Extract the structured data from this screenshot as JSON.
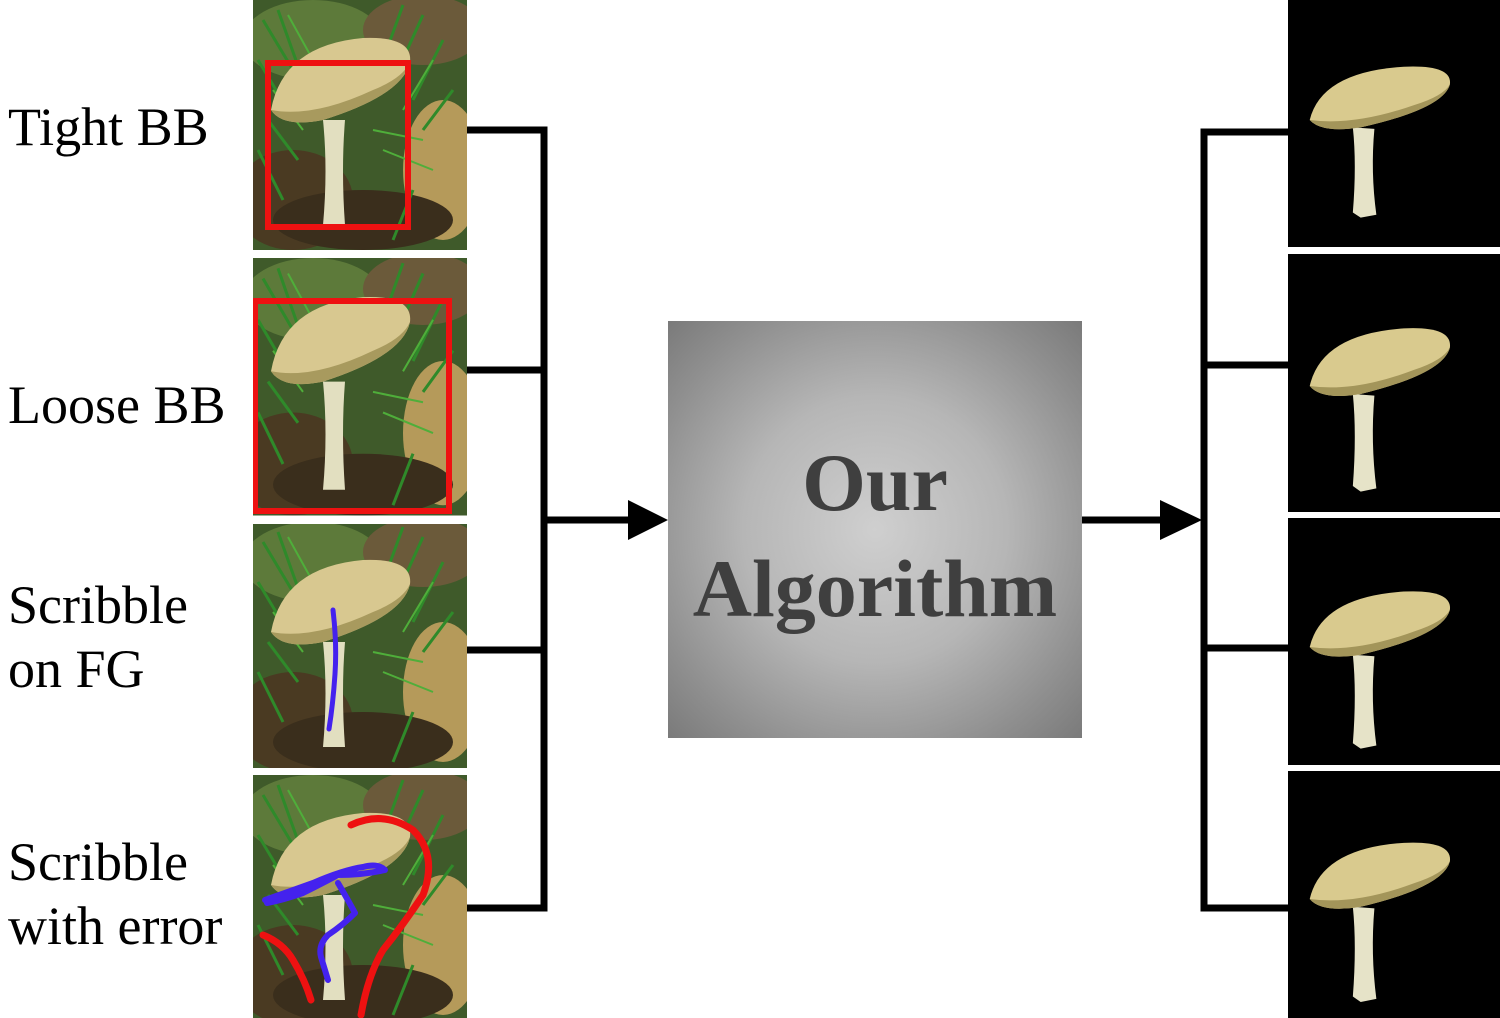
{
  "inputs": [
    {
      "label": "Tight BB",
      "annotation": "tight-bounding-box"
    },
    {
      "label": "Loose BB",
      "annotation": "loose-bounding-box"
    },
    {
      "label": "Scribble\non FG",
      "annotation": "foreground-scribble"
    },
    {
      "label": "Scribble\nwith error",
      "annotation": "scribble-with-error"
    }
  ],
  "algorithm": {
    "label": "Our\nAlgorithm"
  },
  "colors": {
    "bounding_box": "#ee1111",
    "foreground_scribble": "#4422ee",
    "background_scribble": "#ee1111",
    "connector": "#000000",
    "output_background": "#000000"
  }
}
